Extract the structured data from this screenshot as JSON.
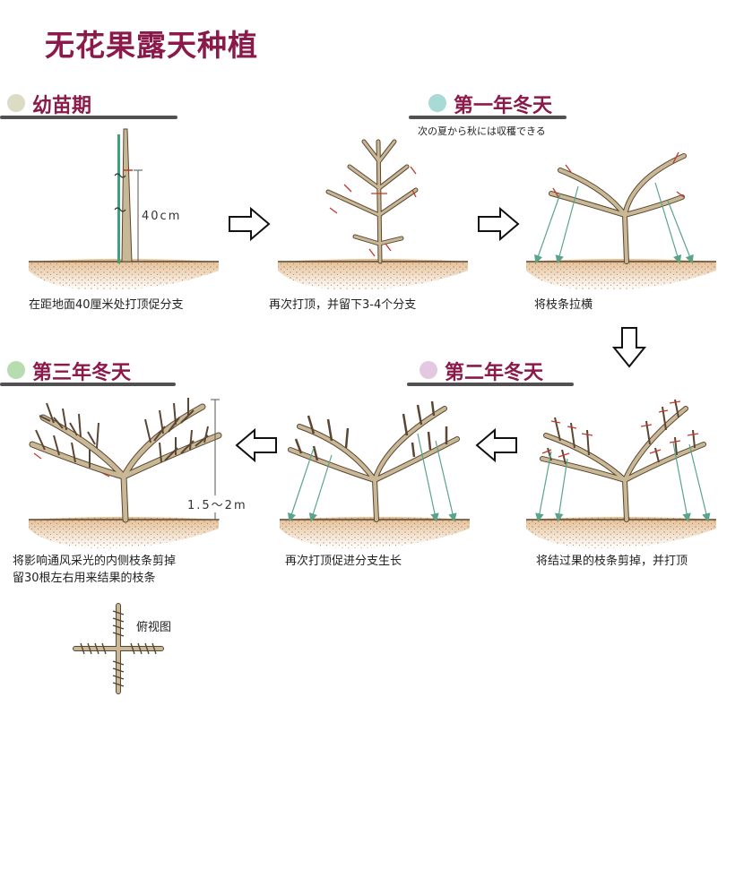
{
  "page": {
    "title": "无花果露天种植"
  },
  "stages": {
    "seedling": {
      "label": "幼苗期",
      "dot_color": "#dcdcc4"
    },
    "winter1": {
      "label": "第一年冬天",
      "note": "次の夏から秋には収穫できる",
      "dot_color": "#a8dad6"
    },
    "winter2": {
      "label": "第二年冬天",
      "dot_color": "#e4c8e2"
    },
    "winter3": {
      "label": "第三年冬天",
      "dot_color": "#b6dcb0"
    }
  },
  "captions": {
    "step1": "在距地面40厘米处打顶促分支",
    "step2": "再次打顶，并留下3-4个分支",
    "step3": "将枝条拉横",
    "step4": "将结过果的枝条剪掉，并打顶",
    "step5": "再次打顶促进分支生长",
    "step6_line1": "将影响通风采光的内侧枝条剪掉",
    "step6_line2": "留30根左右用来结果的枝条",
    "topview": "俯视图"
  },
  "measures": {
    "seedling_height": "40cm",
    "tree_height": "1.5～2m"
  },
  "colors": {
    "title": "#8b1a4a",
    "trunk": "#c9b896",
    "trunk_outline": "#5a4632",
    "soil": "#e9c9a4",
    "cut_mark": "#c0392b",
    "support_pole": "#3aa37a",
    "guide_line": "#5aa58a"
  },
  "icons": [
    "arrow-right-icon",
    "arrow-down-icon",
    "arrow-left-icon"
  ]
}
